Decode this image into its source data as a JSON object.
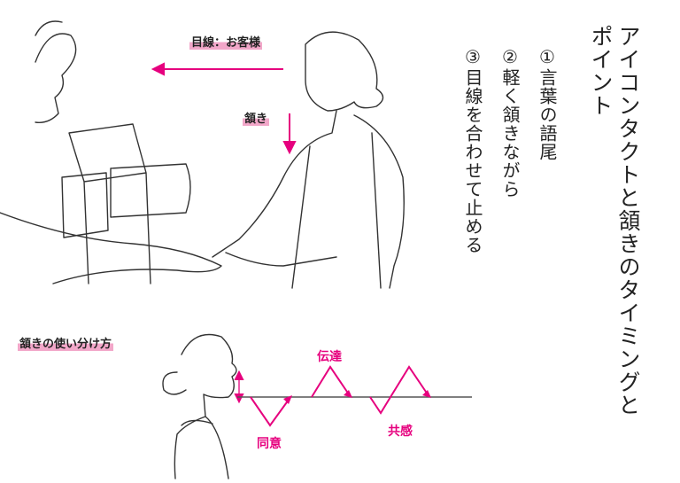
{
  "title": {
    "line1": "アイコンタクトと頷きのタイミングと",
    "line2": "ポイント"
  },
  "points": [
    {
      "num": "①",
      "text": "言葉の語尾"
    },
    {
      "num": "②",
      "text": "軽く頷きながら"
    },
    {
      "num": "③",
      "text": "目線を合わせて止める"
    }
  ],
  "illustration": {
    "gaze_label": "目線：お客様",
    "nod_label": "頷き"
  },
  "nod_types": {
    "heading": "頷きの使い分け方",
    "agree": "同意",
    "convey": "伝達",
    "empathy": "共感"
  },
  "colors": {
    "accent": "#e6007e",
    "highlight": "#f2a7c9"
  }
}
